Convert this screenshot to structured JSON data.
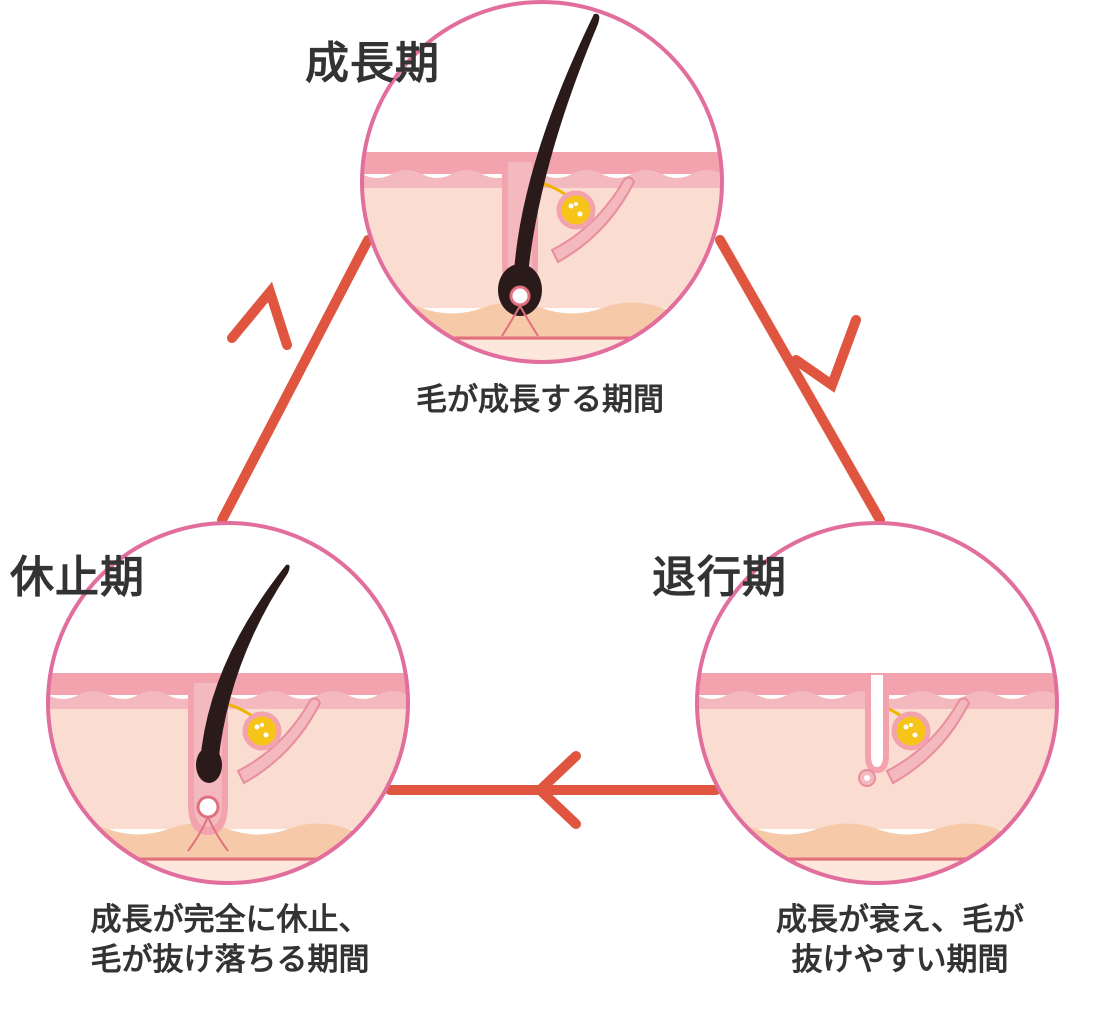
{
  "phases": [
    {
      "title": "成長期",
      "description": [
        "毛が成長する期間"
      ]
    },
    {
      "title": "退行期",
      "description": [
        "成長が衰え、毛が",
        "抜けやすい期間"
      ]
    },
    {
      "title": "休止期",
      "description": [
        "成長が完全に休止、",
        "毛が抜け落ちる期間"
      ]
    }
  ],
  "colors": {
    "cycle_arrow": "#e0553f",
    "circle_border": "#e26e9d",
    "skin_pink": "#f2a3ae",
    "skin_light": "#fadcd0",
    "fat_layer": "#f6c9a8",
    "hair": "#2b1a1a",
    "sebaceous_gland": "#f0b400"
  },
  "icons": [
    "cycle-arrow-icon"
  ]
}
